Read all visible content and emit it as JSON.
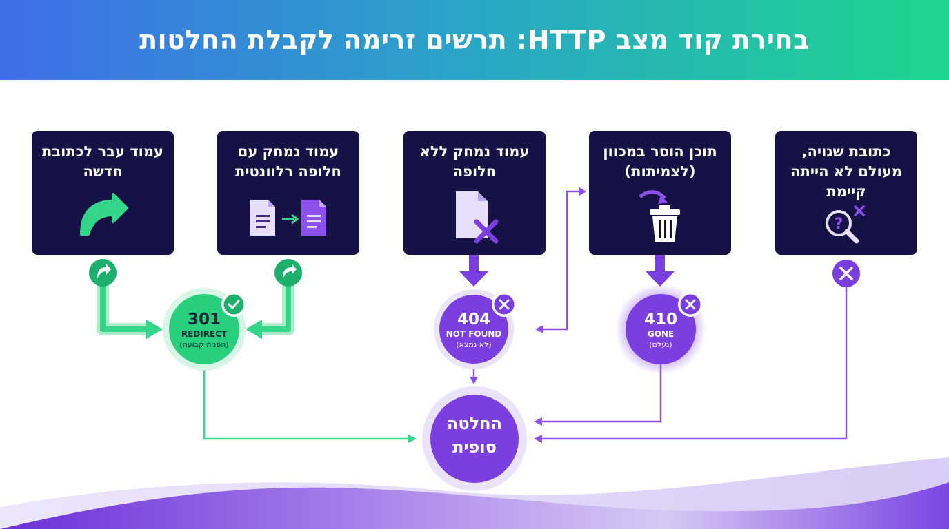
{
  "title": "בחירת קוד מצב HTTP: תרשים זרימה לקבלת החלטות",
  "cards": [
    {
      "id": "moved",
      "title": "עמוד עבר לכתובת חדשה",
      "icon": "redirect-arrow-icon"
    },
    {
      "id": "deleted-alt",
      "title": "עמוד נמחק עם חלופה רלוונטית",
      "icon": "document-to-document-icon"
    },
    {
      "id": "deleted-noalt",
      "title": "עמוד נמחק ללא חלופה",
      "icon": "document-delete-icon"
    },
    {
      "id": "removed",
      "title": "תוכן הוסר במכוון (לצמיתות)",
      "icon": "trash-icon"
    },
    {
      "id": "never",
      "title": "כתובת שגויה, מעולם לא הייתה קיימת",
      "icon": "search-question-icon"
    }
  ],
  "nodes": {
    "n301": {
      "code": "301",
      "status": "REDIRECT",
      "sub": "(הפניה קבועה)",
      "badge": "check-icon"
    },
    "n404": {
      "code": "404",
      "status": "NOT FOUND",
      "sub": "(לא נמצא)",
      "badge": "close-icon"
    },
    "n410": {
      "code": "410",
      "status": "GONE",
      "sub": "(נעלם)",
      "badge": "close-icon"
    },
    "final": {
      "label": "החלטה סופית"
    }
  },
  "colors": {
    "header_start": "#3f6ee8",
    "header_end": "#1ed58e",
    "card_bg": "#161245",
    "green": "#2fd57f",
    "purple": "#7b3fe0",
    "light_purple": "#e7def8"
  }
}
